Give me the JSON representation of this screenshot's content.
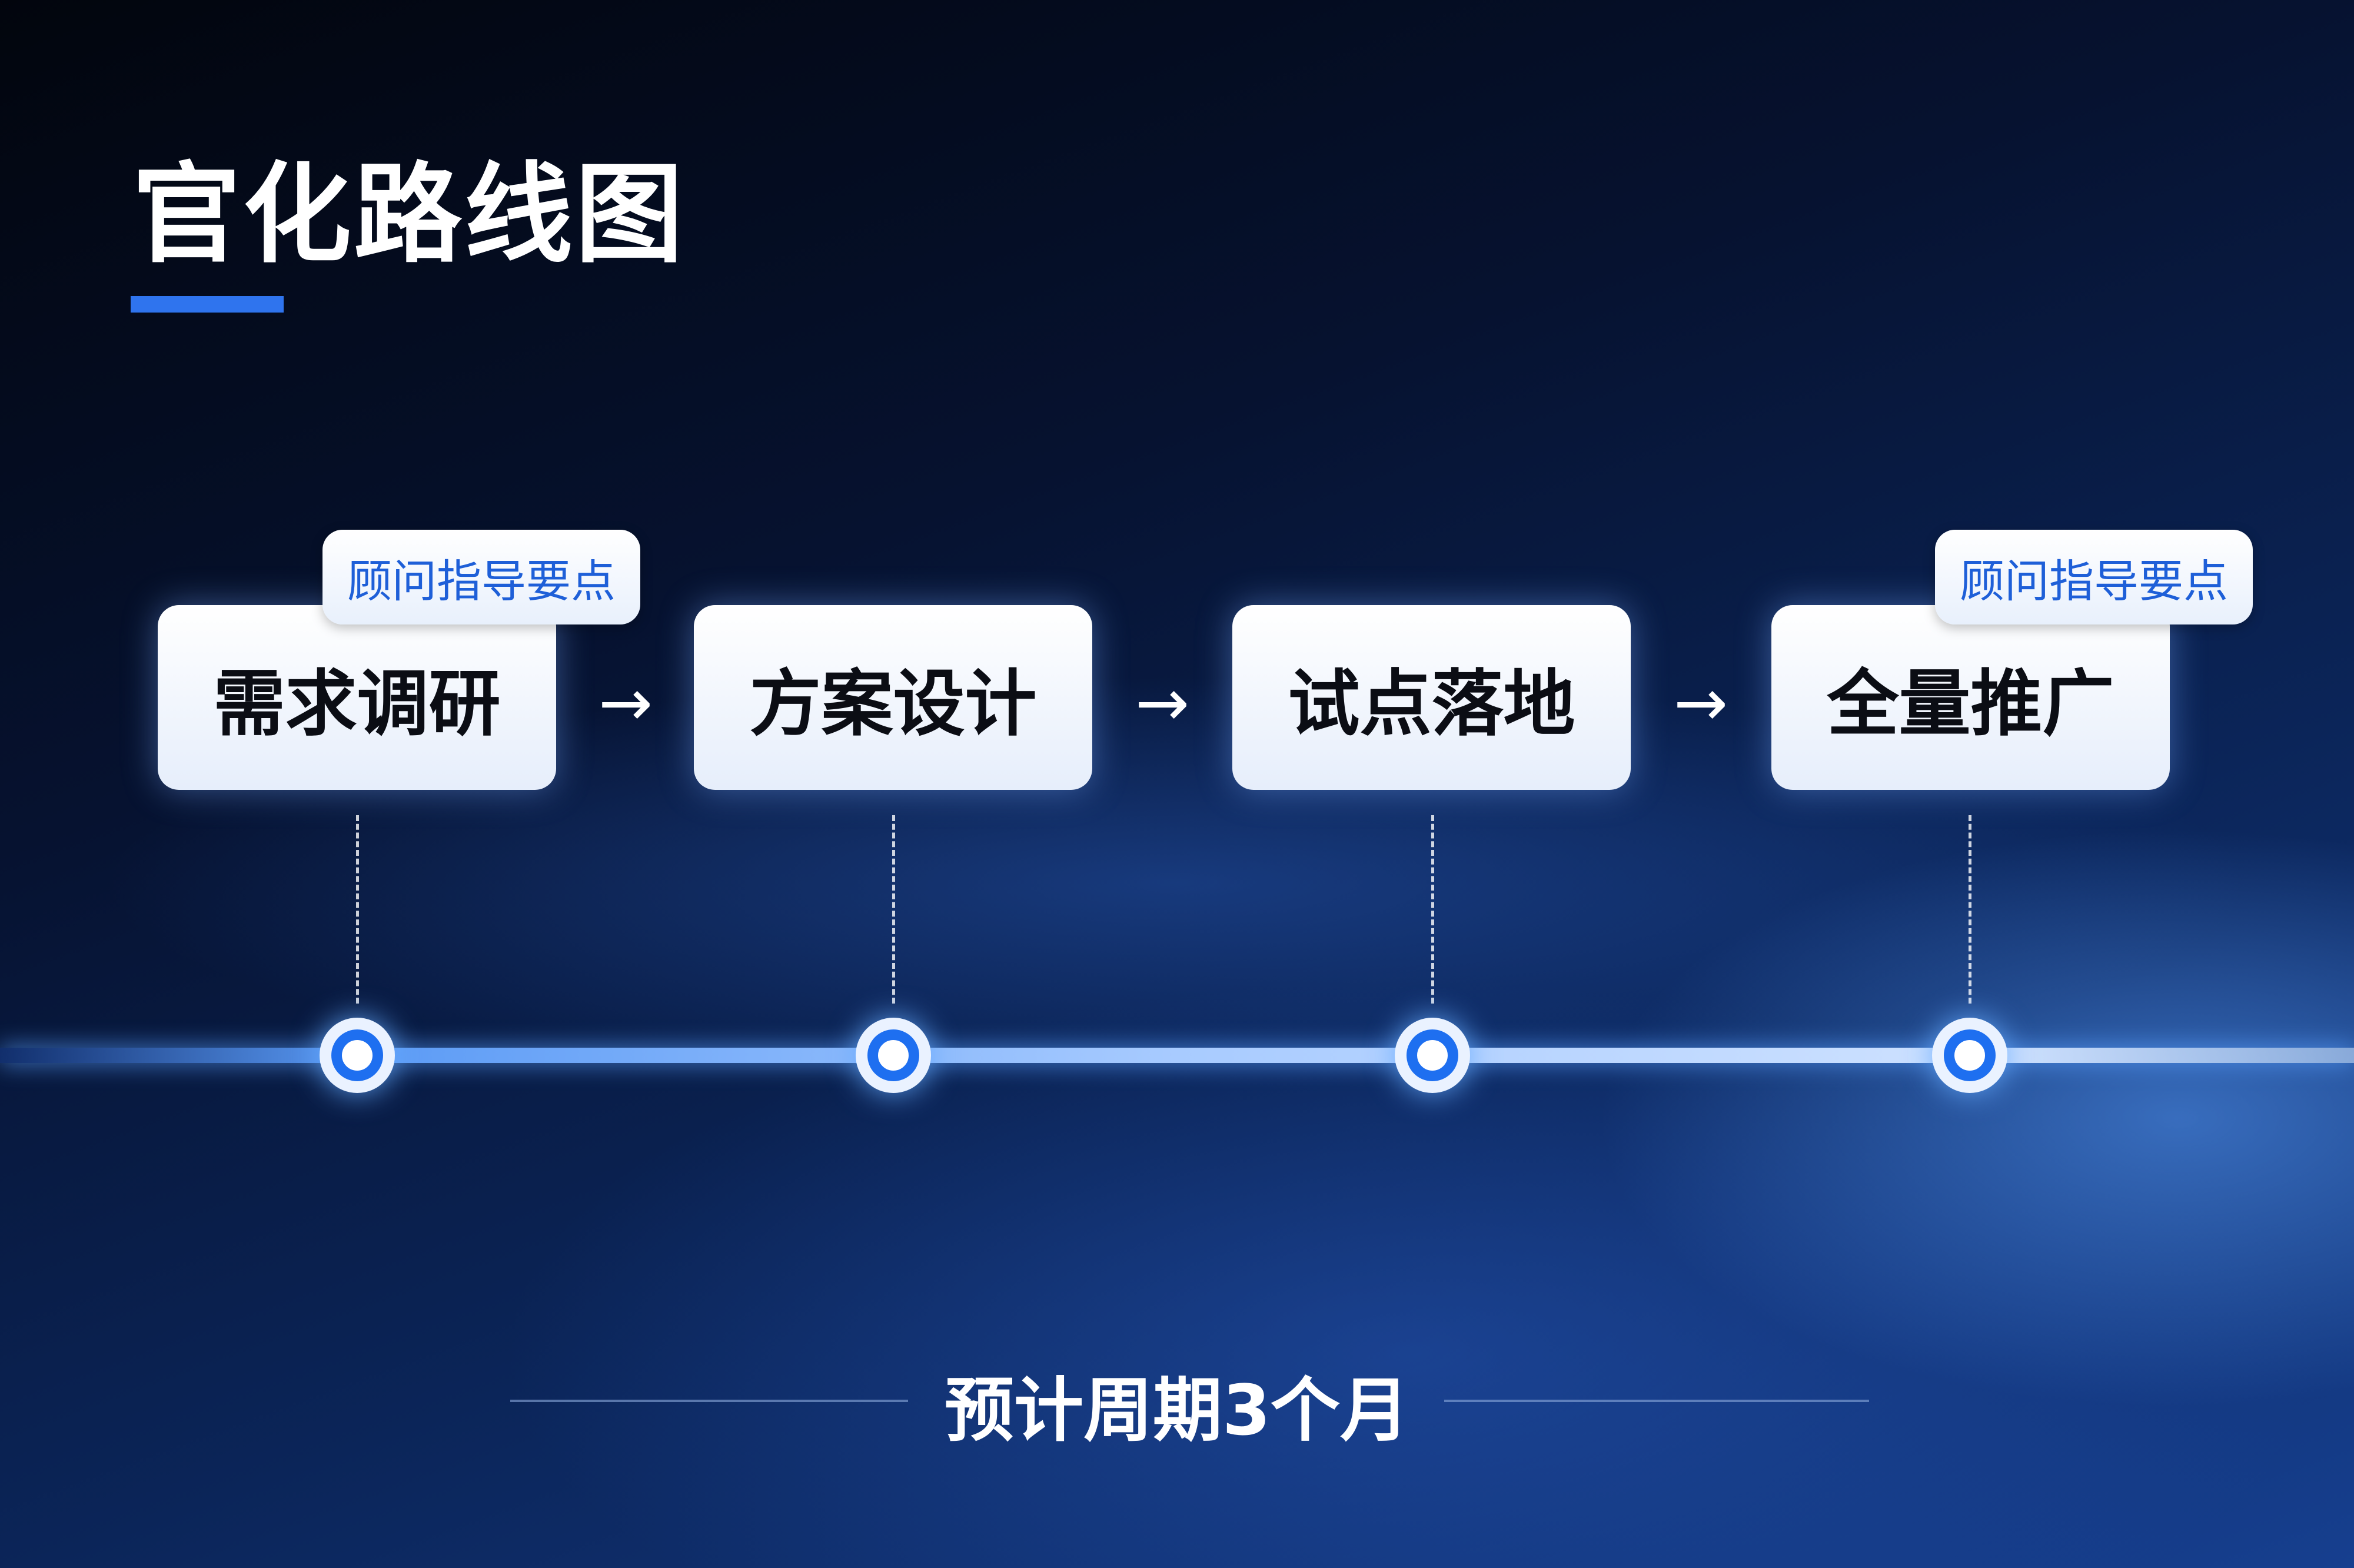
{
  "title": "官化路线图",
  "steps": [
    {
      "label": "需求调研",
      "tag": "顾问指导要点"
    },
    {
      "label": "方案设计"
    },
    {
      "label": "试点落地"
    },
    {
      "label": "全量推广",
      "tag": "顾问指导要点"
    }
  ],
  "arrow": "→",
  "duration": "预计周期3个月",
  "colors": {
    "accent": "#2f74ee",
    "tag_text": "#1e5fd8"
  }
}
